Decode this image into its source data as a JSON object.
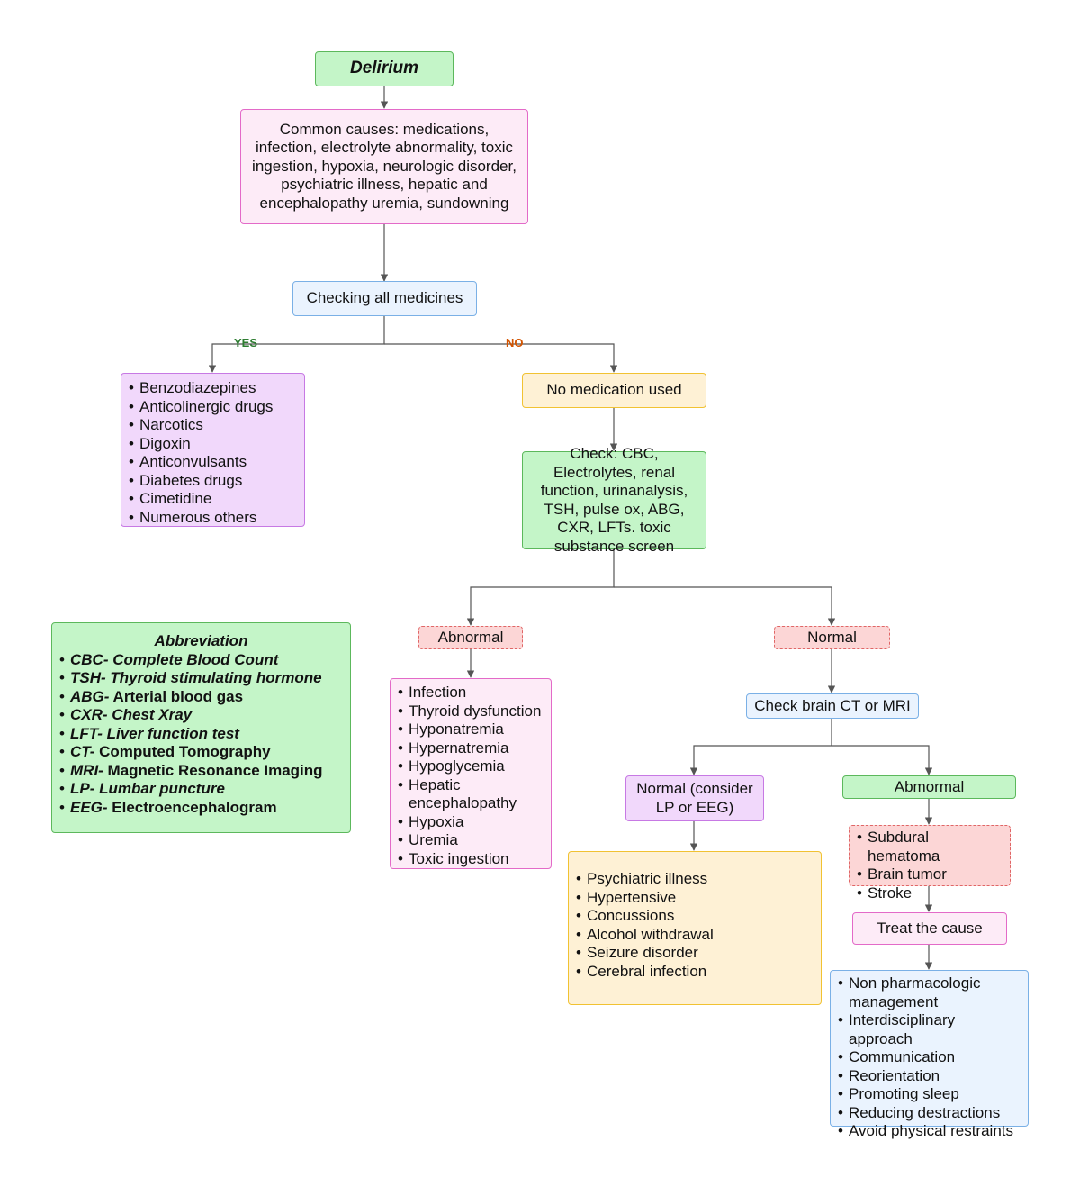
{
  "title": "Delirium",
  "common_causes": "Common causes: medications, infection, electrolyte abnormality, toxic ingestion, hypoxia, neurologic disorder, psychiatric illness, hepatic and encephalopathy uremia, sundowning",
  "check_medicines": "Checking all medicines",
  "yes_label": "YES",
  "no_label": "NO",
  "medication_list": [
    "Benzodiazepines",
    "Anticolinergic drugs",
    "Narcotics",
    "Digoxin",
    "Anticonvulsants",
    "Diabetes drugs",
    "Cimetidine",
    "Numerous others"
  ],
  "no_medication": "No medication used",
  "check_labs": "Check: CBC, Electrolytes, renal function, urinanalysis, TSH, pulse ox, ABG, CXR, LFTs. toxic substance screen",
  "abnormal": "Abnormal",
  "normal": "Normal",
  "abnormal_list": [
    "Infection",
    "Thyroid dysfunction",
    "Hyponatremia",
    "Hypernatremia",
    "Hypoglycemia",
    "Hepatic encephalopathy",
    "Hypoxia",
    "Uremia",
    "Toxic ingestion"
  ],
  "check_brain": "Check brain CT or MRI",
  "normal_consider": "Normal (consider LP or EEG)",
  "abnormal_brain": "Abmormal",
  "normal_consider_list": [
    "Psychiatric illness",
    "Hypertensive",
    "Concussions",
    "Alcohol withdrawal",
    "Seizure disorder",
    "Cerebral infection"
  ],
  "brain_findings": [
    "Subdural hematoma",
    "Brain tumor",
    "Stroke"
  ],
  "treat_cause": "Treat the cause",
  "management_list": [
    "Non pharmacologic management",
    "Interdisciplinary approach",
    "Communication",
    "Reorientation",
    "Promoting sleep",
    "Reducing destractions",
    "Avoid physical restraints"
  ],
  "abbreviation": {
    "heading": "Abbreviation",
    "items": [
      {
        "term": "CBC-",
        "definition": " Complete Blood Count",
        "italic_def": true
      },
      {
        "term": "TSH-",
        "definition": " Thyroid stimulating hormone",
        "italic_def": true
      },
      {
        "term": "ABG-",
        "definition": " Arterial blood gas",
        "italic_def": false
      },
      {
        "term": "CXR-",
        "definition": " Chest Xray",
        "italic_def": true
      },
      {
        "term": "LFT-",
        "definition": " Liver function test",
        "italic_def": true
      },
      {
        "term": "CT-",
        "definition": " Computed Tomography",
        "italic_def": false
      },
      {
        "term": "MRI-",
        "definition": " Magnetic Resonance Imaging",
        "italic_def": false
      },
      {
        "term": "LP-",
        "definition": " Lumbar puncture",
        "italic_def": true
      },
      {
        "term": "EEG-",
        "definition": " Electroencephalogram",
        "italic_def": false
      }
    ]
  },
  "colors": {
    "green": "#c4f5c8",
    "pink": "#fdebf7",
    "blue": "#eaf3fe",
    "purple": "#f1d8fb",
    "yellow": "#fef1d5",
    "red": "#fcd6d6",
    "yes_label": "#2e7d32",
    "no_label": "#d35400",
    "connector": "#555555"
  }
}
